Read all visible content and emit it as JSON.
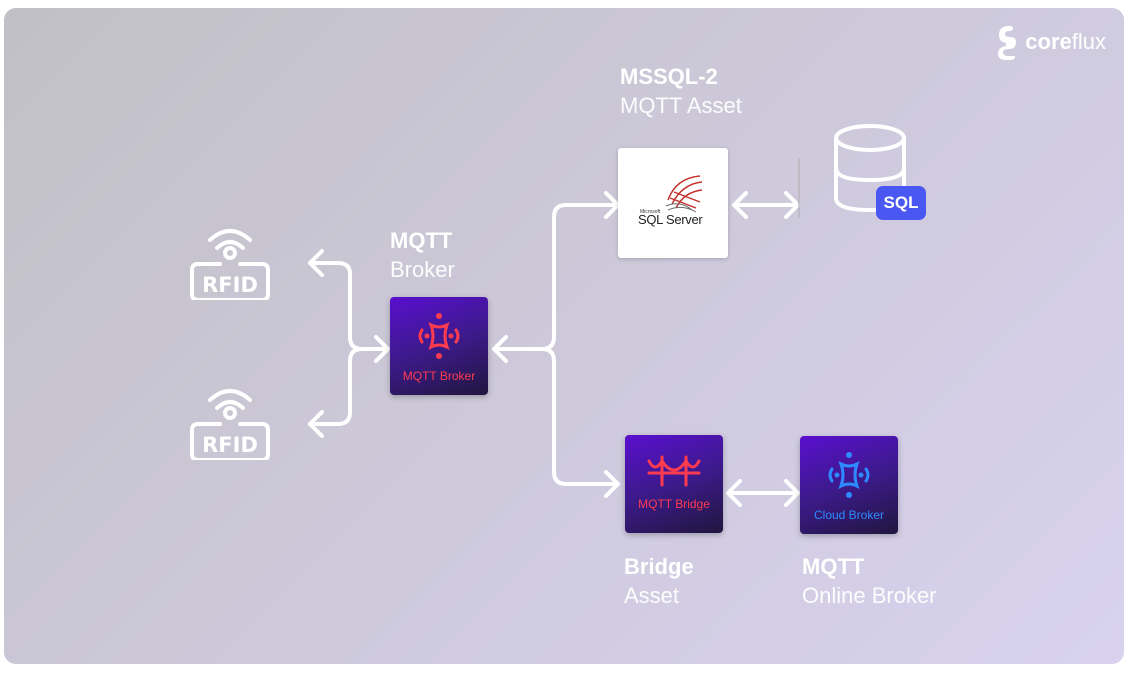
{
  "brand": {
    "logo_prefix": "core",
    "logo_suffix": "flux"
  },
  "nodes": {
    "mqtt_broker": {
      "title": "MQTT",
      "subtitle": "Broker",
      "tile_label": "MQTT Broker",
      "accent": "#ff3b4f"
    },
    "mssql": {
      "title": "MSSQL-2",
      "subtitle": "MQTT Asset",
      "logo_small": "Microsoft",
      "logo_name": "SQL Server"
    },
    "bridge": {
      "title": "Bridge",
      "subtitle": "Asset",
      "tile_label": "MQTT Bridge",
      "accent": "#ff3b4f"
    },
    "cloud_broker": {
      "title": "MQTT",
      "subtitle": "Online Broker",
      "tile_label": "Cloud Broker",
      "accent": "#2e8bff"
    },
    "rfid_readers": [
      {
        "label": "RFID"
      },
      {
        "label": "RFID"
      }
    ],
    "database": {
      "badge": "SQL",
      "badge_color": "#4a57f2"
    }
  },
  "icons": [
    "coreflux-logo-icon",
    "rfid-icon",
    "broker-icon",
    "bridge-icon",
    "sql-server-icon",
    "database-icon"
  ],
  "colors": {
    "background_start": "#c1c0c6",
    "background_end": "#d8d2ef",
    "connector": "#ffffff",
    "tile_gradient_top": "#5a0fcf",
    "tile_gradient_bottom": "#21163f"
  }
}
